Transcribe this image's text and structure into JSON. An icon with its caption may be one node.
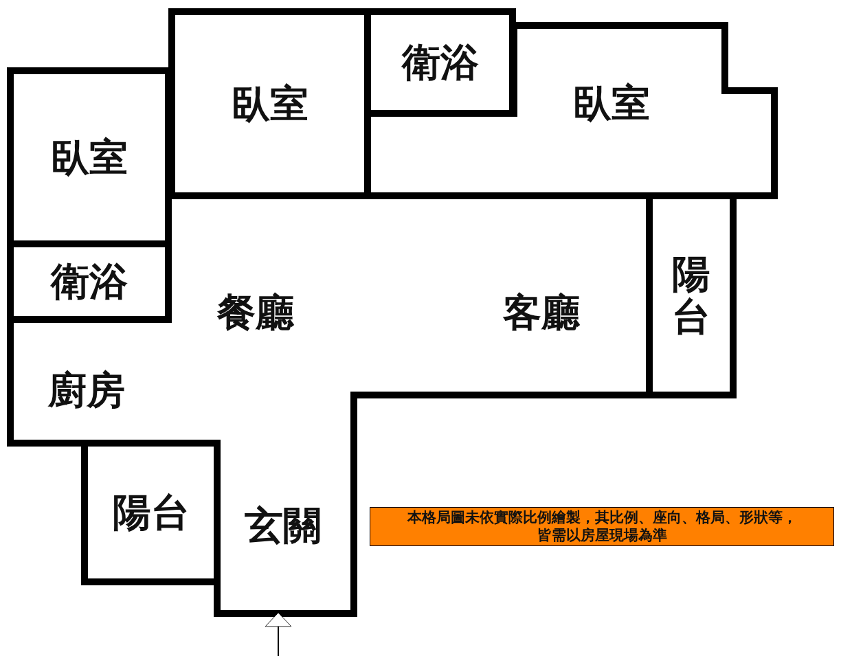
{
  "diagram": {
    "nodes": [
      {
        "text": [
          "臥室"
        ]
      },
      {
        "text": [
          "衛浴"
        ]
      },
      {
        "text": [
          "臥室"
        ]
      },
      {
        "text": [
          "臥室"
        ]
      },
      {
        "text": [
          "衛浴"
        ]
      },
      {
        "text": [
          "餐廳",
          "客廳",
          "廚房",
          "玄關"
        ]
      },
      {
        "text": [
          "陽台"
        ]
      },
      {
        "text": [
          "陽台"
        ]
      },
      {
        "text": [
          "本格局圖未依實際比例繪製，其比例、座向、格局、形狀等，皆需以房屋現場為準"
        ]
      }
    ],
    "edges": [
      {
        "from": null,
        "to": 5,
        "arrow": "to"
      }
    ]
  }
}
